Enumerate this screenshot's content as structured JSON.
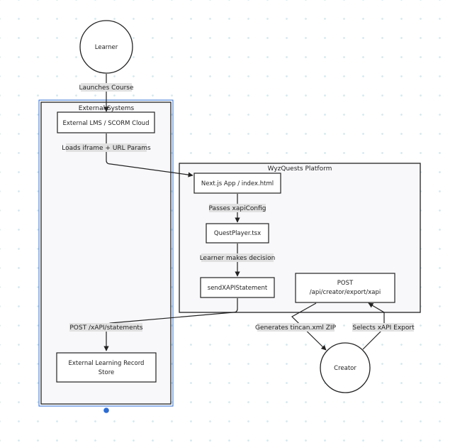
{
  "diagram": {
    "actors": {
      "learner": "Learner",
      "creator": "Creator"
    },
    "groups": {
      "external": "External Systems",
      "wyzquests": "WyzQuests Platform"
    },
    "nodes": {
      "lms": "External LMS / SCORM Cloud",
      "lrs_line1": "External Learning Record",
      "lrs_line2": "Store",
      "nextjs": "Next.js App / index.html",
      "questplayer": "QuestPlayer.tsx",
      "sendxapi": "sendXAPIStatement",
      "post_line1": "POST",
      "post_line2": "/api/creator/export/xapi"
    },
    "edges": {
      "launches": "Launches Course",
      "loads": "Loads iframe + URL Params",
      "passes": "Passes xapiConfig",
      "decision": "Learner makes decision",
      "statements": "POST /xAPI/statements",
      "generates": "Generates tincan.xml ZIP",
      "selects": "Selects xAPI Export"
    },
    "colors": {
      "stroke": "#222222",
      "group_fill": "#f8f8fb",
      "label_bg": "#e1e1e1",
      "selection": "#2b6cd4"
    }
  }
}
